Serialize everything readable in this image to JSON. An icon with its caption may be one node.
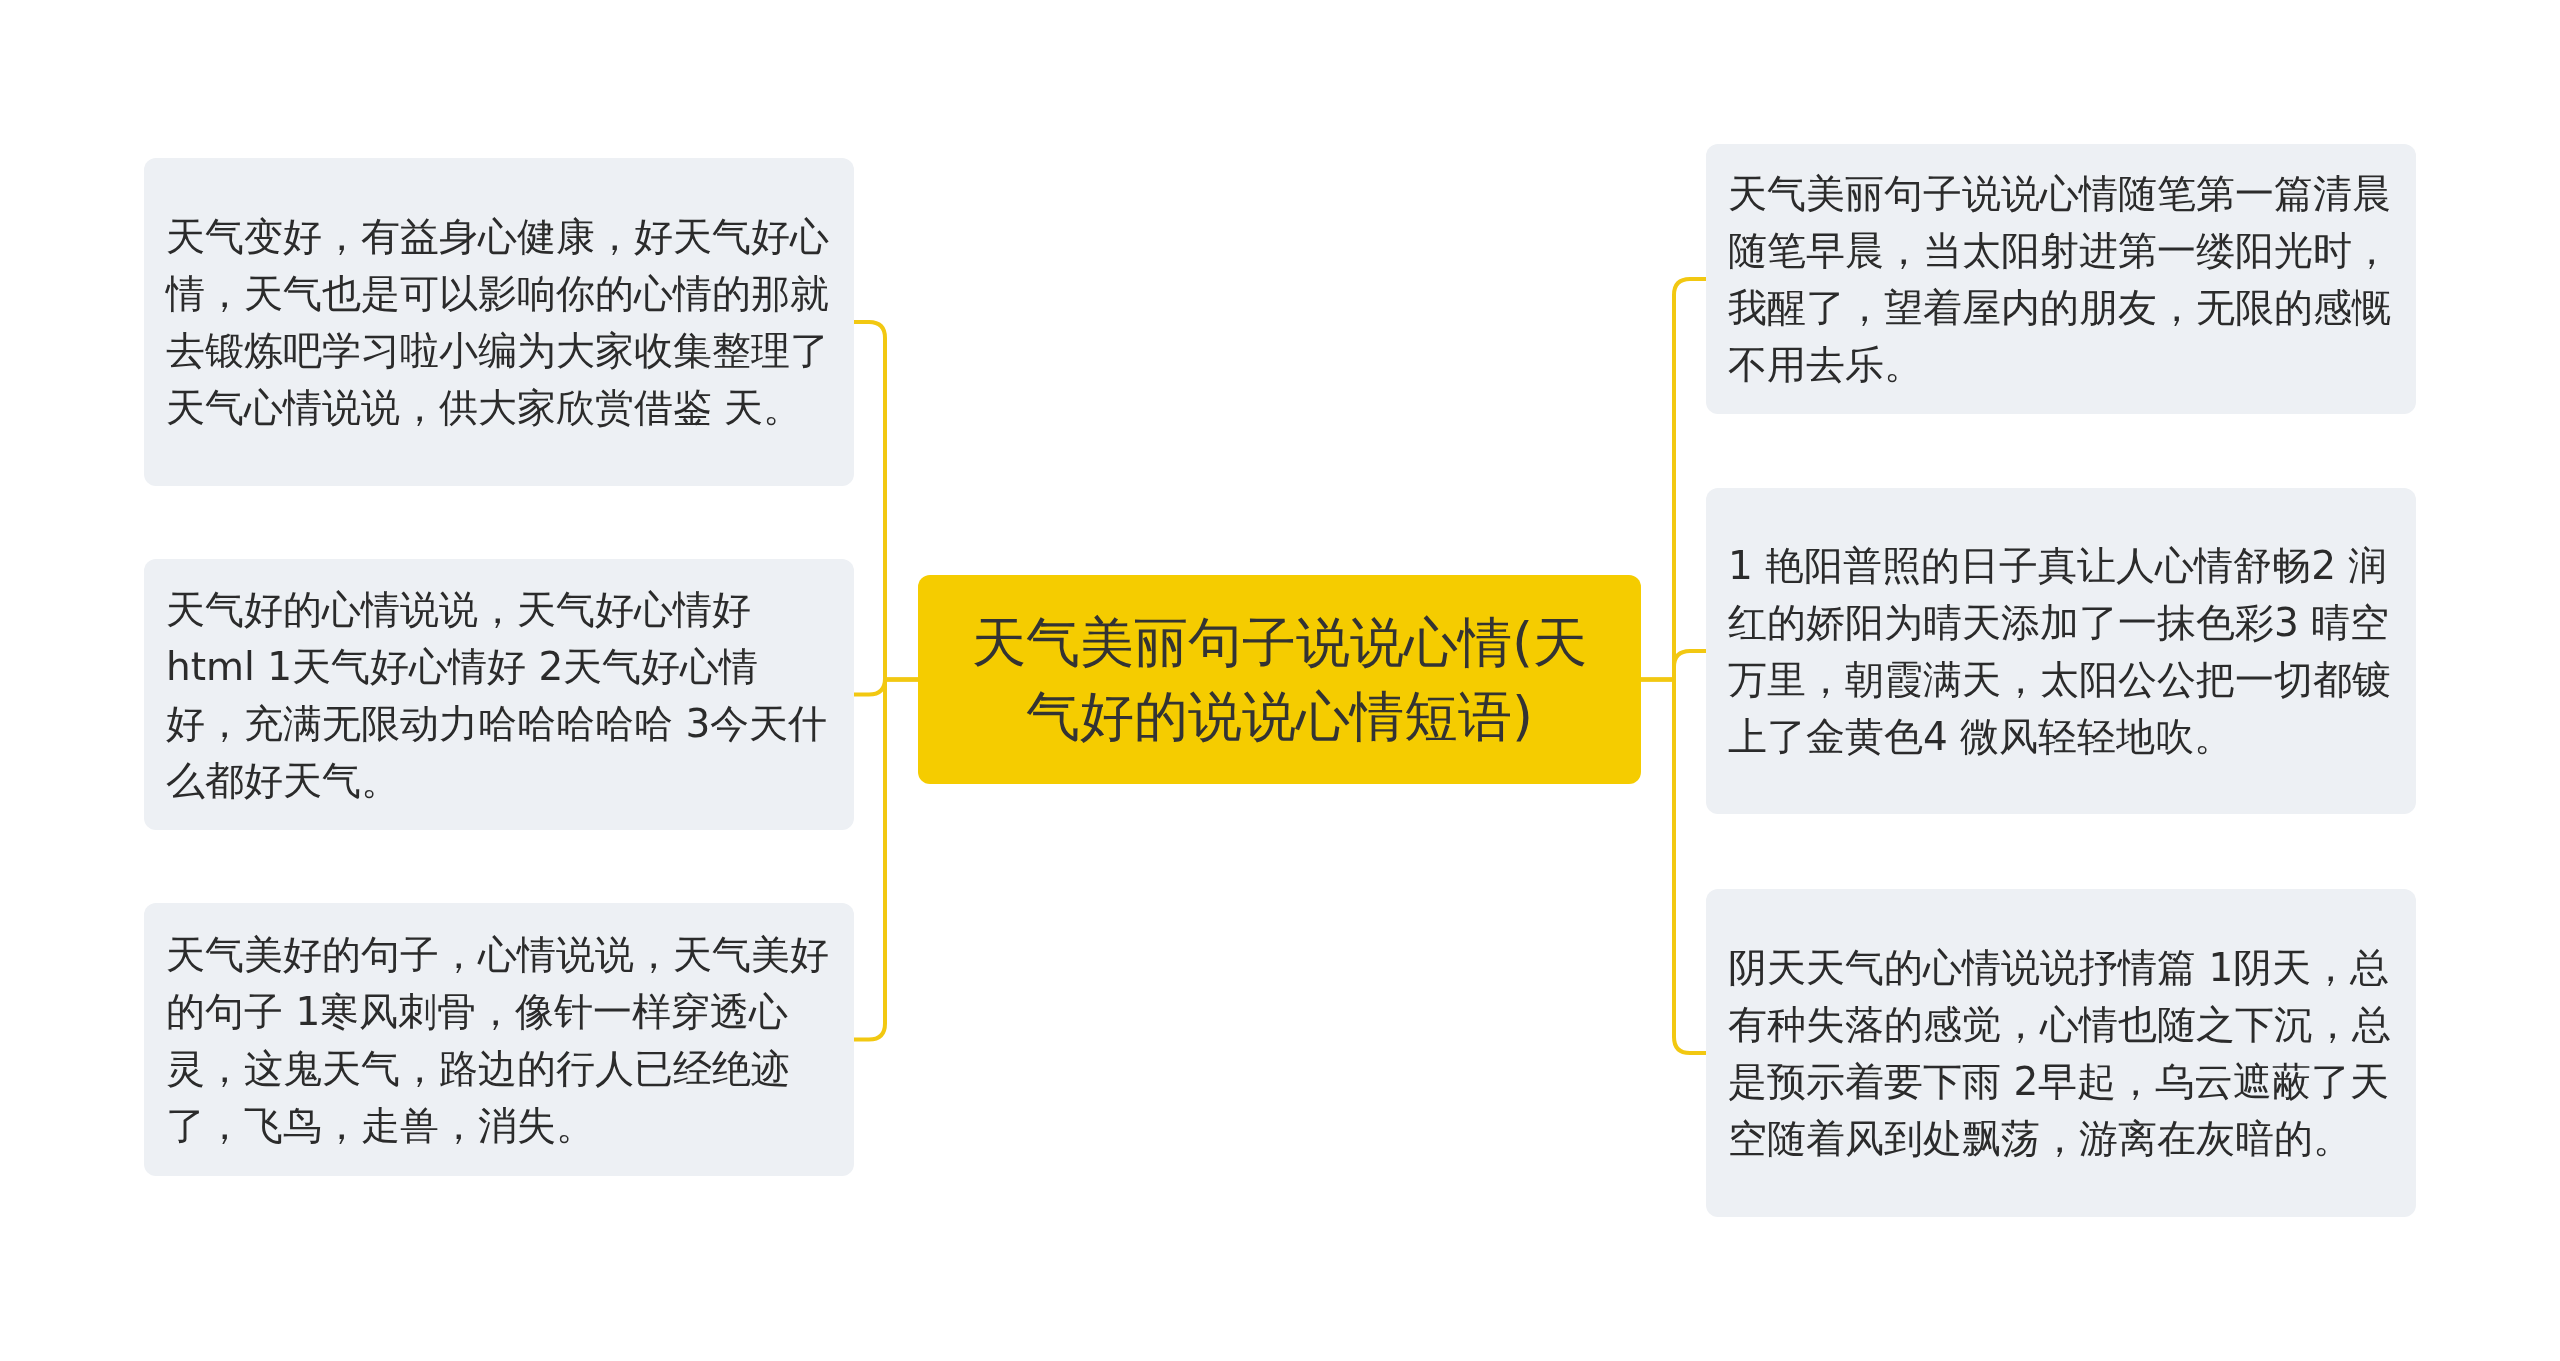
{
  "diagram": {
    "nodes": [
      {
        "text": [
          "天气美丽句子说说心情(天气好的说说心情短语)"
        ]
      },
      {
        "text": [
          "天气变好，有益身心健康，好天气好心情，天气也是可以影响你的心情的那就去锻炼吧学习啦小编为大家收集整理了天气心情说说，供大家欣赏借鉴 天。"
        ]
      },
      {
        "text": [
          "天气好的心情说说，天气好心情好html 1天气好心情好 2天气好心情好，充满无限动力哈哈哈哈哈 3今天什么都好天气。"
        ]
      },
      {
        "text": [
          "天气美好的句子，心情说说，天气美好的句子 1寒风刺骨，像针一样穿透心灵，这鬼天气，路边的行人已经绝迹了，飞鸟，走兽，消失。"
        ]
      },
      {
        "text": [
          "天气美丽句子说说心情随笔第一篇清晨随笔早晨，当太阳射进第一缕阳光时，我醒了，望着屋内的朋友，无限的感慨不用去乐。"
        ]
      },
      {
        "text": [
          "1 艳阳普照的日子真让人心情舒畅2 润红的娇阳为晴天添加了一抹色彩3 晴空万里，朝霞满天，太阳公公把一切都镀上了金黄色4 微风轻轻地吹。"
        ]
      },
      {
        "text": [
          "阴天天气的心情说说抒情篇 1阴天，总有种失落的感觉，心情也随之下沉，总是预示着要下雨 2早起，乌云遮蔽了天空随着风到处飘荡，游离在灰暗的。"
        ]
      }
    ],
    "edges": [
      {
        "from": 0,
        "to": 1,
        "arrow": "none"
      },
      {
        "from": 0,
        "to": 2,
        "arrow": "none"
      },
      {
        "from": 0,
        "to": 3,
        "arrow": "none"
      },
      {
        "from": 0,
        "to": 4,
        "arrow": "none"
      },
      {
        "from": 0,
        "to": 5,
        "arrow": "none"
      },
      {
        "from": 0,
        "to": 6,
        "arrow": "none"
      }
    ]
  }
}
